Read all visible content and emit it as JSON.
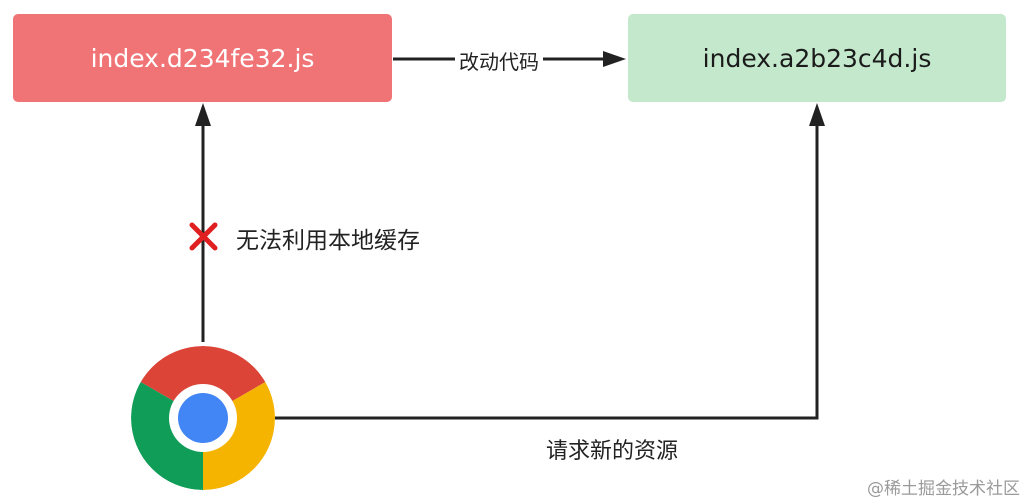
{
  "nodes": {
    "old_file": "index.d234fe32.js",
    "new_file": "index.a2b23c4d.js"
  },
  "edges": {
    "change_code": "改动代码",
    "cannot_use_cache": "无法利用本地缓存",
    "request_new_resource": "请求新的资源"
  },
  "icons": {
    "browser": "chrome-logo-icon",
    "blocked": "red-cross-icon"
  },
  "watermark": "@稀土掘金技术社区",
  "colors": {
    "old_box": "#f07476",
    "new_box": "#c3e8cc",
    "arrow": "#222222",
    "cross": "#e02020",
    "chrome_red": "#db4437",
    "chrome_green": "#0f9d58",
    "chrome_yellow": "#f4b400",
    "chrome_blue": "#4285f4"
  }
}
